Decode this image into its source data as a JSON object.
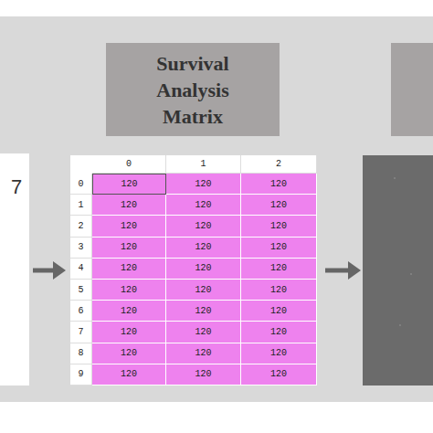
{
  "diagram": {
    "nodes": [
      {
        "text": [
          "7"
        ]
      },
      {
        "text": [
          "Survival Analysis Matrix"
        ]
      },
      {
        "text": [
          "0",
          "1",
          "2",
          "0",
          "120",
          "120",
          "120",
          "1",
          "120",
          "120",
          "120",
          "2",
          "120",
          "120",
          "120",
          "3",
          "120",
          "120",
          "120",
          "4",
          "120",
          "120",
          "120",
          "5",
          "120",
          "120",
          "120",
          "6",
          "120",
          "120",
          "120",
          "7",
          "120",
          "120",
          "120",
          "8",
          "120",
          "120",
          "120",
          "9",
          "120",
          "120",
          "120"
        ]
      }
    ],
    "edges": [
      {
        "from": 0,
        "to": 2,
        "arrow": "to"
      }
    ]
  }
}
